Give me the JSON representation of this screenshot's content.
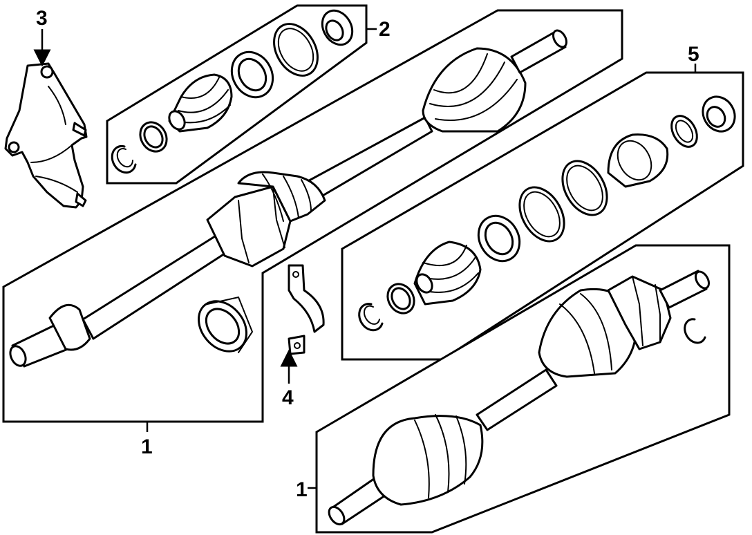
{
  "diagram": {
    "callouts": {
      "c1_left": "1",
      "c1_right": "1",
      "c2": "2",
      "c3": "3",
      "c4": "4",
      "c5": "5"
    }
  }
}
